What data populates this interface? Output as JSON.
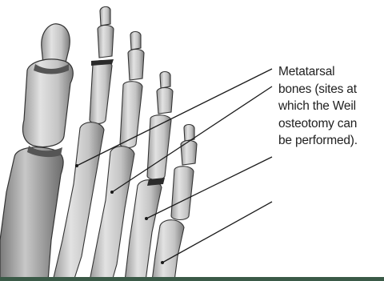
{
  "annotation": {
    "lines": [
      "Metatarsal",
      "bones (sites at",
      "which the Weil",
      "osteotomy can",
      "be performed)."
    ]
  },
  "colors": {
    "bone_fill": "#cfcfcf",
    "bone_shadow": "#8a8a8a",
    "outline": "#333333",
    "leader_line": "#1a1a1a",
    "text": "#222222",
    "bottom_rule": "#3a5a47"
  }
}
